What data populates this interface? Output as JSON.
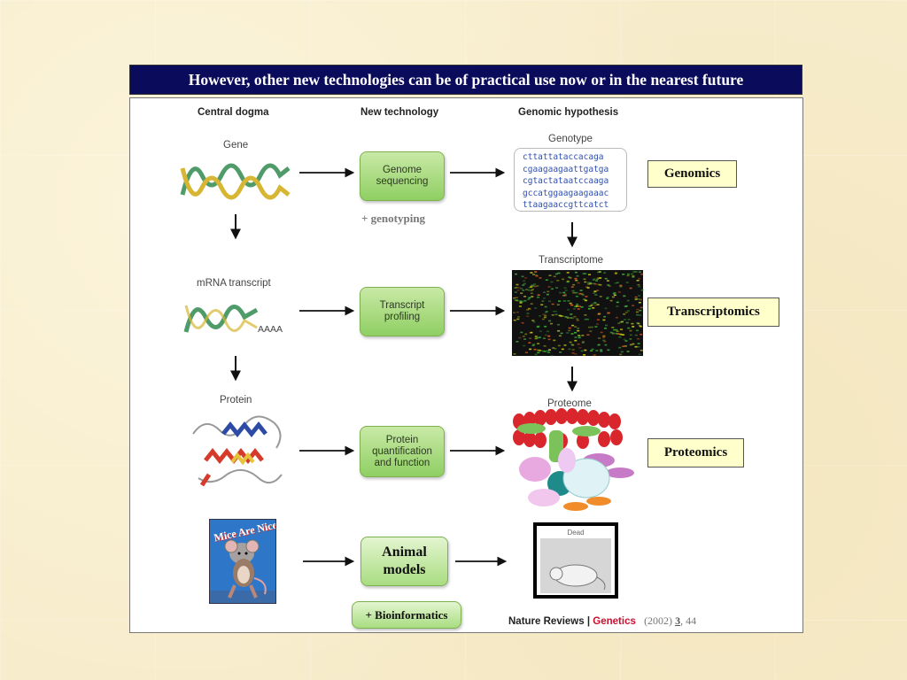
{
  "title": "However, other new technologies can be of practical use now or in the nearest future",
  "headers": {
    "central_dogma": "Central dogma",
    "new_technology": "New technology",
    "genomic_hypothesis": "Genomic hypothesis"
  },
  "left_labels": {
    "gene": "Gene",
    "mrna": "mRNA transcript",
    "aaaa": "AAAA",
    "protein": "Protein"
  },
  "tech_boxes": {
    "genome_line1": "Genome",
    "genome_line2": "sequencing",
    "transcript_line1": "Transcript",
    "transcript_line2": "profiling",
    "protein_line1": "Protein",
    "protein_line2": "quantification",
    "protein_line3": "and function",
    "animal_line1": "Animal",
    "animal_line2": "models"
  },
  "notes": {
    "genotyping": "+ genotyping",
    "bioinformatics": "+ Bioinformatics"
  },
  "hypothesis_labels": {
    "genotype": "Genotype",
    "transcriptome": "Transcriptome",
    "proteome": "Proteome",
    "dead": "Dead"
  },
  "sequence_lines": [
    "cttattataccacaga",
    "cgaagaagaattgatga",
    "cgtactataatccaaga",
    "gccatggaagaagaaac",
    "ttaagaaccgttcatct"
  ],
  "omics_tags": {
    "genomics": "Genomics",
    "transcriptomics": "Transcriptomics",
    "proteomics": "Proteomics"
  },
  "book_title": "Mice Are Nice",
  "citation": {
    "journal": "Nature Reviews",
    "separator": "|",
    "section": "Genetics",
    "year": "(2002)",
    "volume": "3",
    "page": ", 44"
  },
  "colors": {
    "banner_bg": "#0b0b5c",
    "box_green": "#8fcf63",
    "tag_bg": "#ffffcc",
    "genetics_red": "#c8102e",
    "sequence_blue": "#2f4fb0"
  }
}
